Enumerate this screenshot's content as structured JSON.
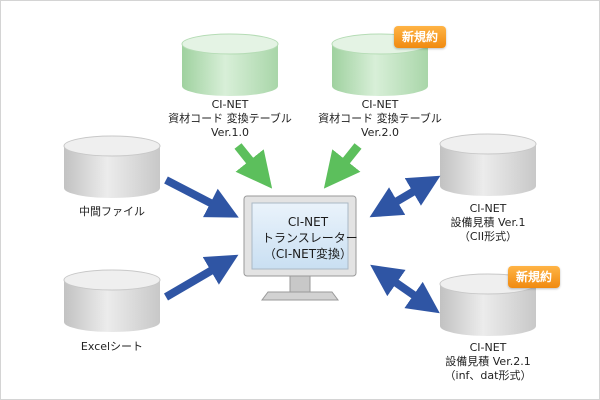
{
  "translator": {
    "line1": "CI-NET",
    "line2": "トランスレーター",
    "line3": "（CI-NET変換）"
  },
  "db_ver1": {
    "line1": "CI-NET",
    "line2": "資材コード 変換テーブル",
    "line3": "Ver.1.0"
  },
  "db_ver2": {
    "line1": "CI-NET",
    "line2": "資材コード 変換テーブル",
    "line3": "Ver.2.0",
    "badge": "新規約"
  },
  "db_intermediate": {
    "label": "中間ファイル"
  },
  "db_excel": {
    "label": "Excelシート"
  },
  "db_equip_v1": {
    "line1": "CI-NET",
    "line2": "設備見積 Ver.1",
    "line3": "（CII形式）"
  },
  "db_equip_v2": {
    "line1": "CI-NET",
    "line2": "設備見積 Ver.2.1",
    "line3": "（inf、dat形式）",
    "badge": "新規約"
  },
  "colors": {
    "green_db": "#b5dcb5",
    "gray_db": "#d4d4d4",
    "green_arrow": "#5cbf5c",
    "blue_arrow": "#2f55a4",
    "badge_orange": "#f29318"
  }
}
